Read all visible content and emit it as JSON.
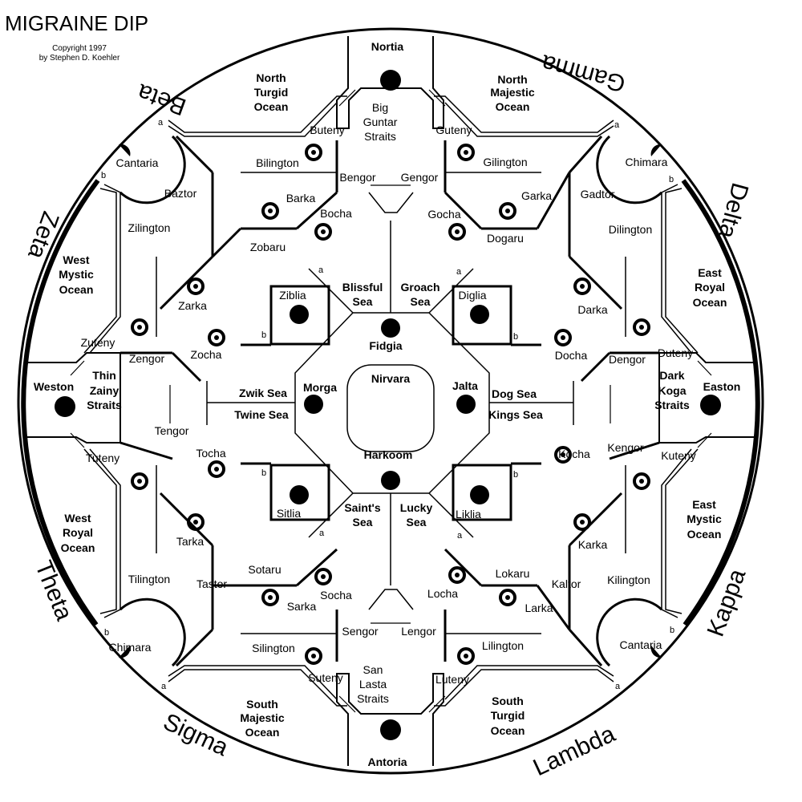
{
  "title": "MIGRAINE DIP",
  "copyright_line1": "Copyright 1997",
  "copyright_line2": "by Stephen D. Koehler",
  "powers": {
    "beta": "Beta",
    "gamma": "Gamma",
    "delta": "Delta",
    "kappa": "Kappa",
    "lambda": "Lambda",
    "sigma": "Sigma",
    "theta": "Theta",
    "zeta": "Zeta"
  },
  "home": {
    "nortia": "Nortia",
    "antoria": "Antoria",
    "weston": "Weston",
    "easton": "Easton",
    "cantaria_nw": "Cantaria",
    "chimara_ne": "Chimara",
    "chimara_sw": "Chimara",
    "cantaria_se": "Cantaria"
  },
  "oceans": {
    "north_turgid": [
      "North",
      "Turgid",
      "Ocean"
    ],
    "north_majestic": [
      "North",
      "Majestic",
      "Ocean"
    ],
    "west_mystic": [
      "West",
      "Mystic",
      "Ocean"
    ],
    "east_royal": [
      "East",
      "Royal",
      "Ocean"
    ],
    "west_royal": [
      "West",
      "Royal",
      "Ocean"
    ],
    "east_mystic": [
      "East",
      "Mystic",
      "Ocean"
    ],
    "south_majestic": [
      "South",
      "Majestic",
      "Ocean"
    ],
    "south_turgid": [
      "South",
      "Turgid",
      "Ocean"
    ]
  },
  "straits": {
    "big_guntar": [
      "Big",
      "Guntar",
      "Straits"
    ],
    "thin_zainy": [
      "Thin",
      "Zainy",
      "Straits"
    ],
    "dark_koga": [
      "Dark",
      "Koga",
      "Straits"
    ],
    "san_lasta": [
      "San",
      "Lasta",
      "Straits"
    ]
  },
  "seas": {
    "blissful": [
      "Blissful",
      "Sea"
    ],
    "groach": [
      "Groach",
      "Sea"
    ],
    "saints": [
      "Saint's",
      "Sea"
    ],
    "lucky": [
      "Lucky",
      "Sea"
    ],
    "zwik": "Zwik Sea",
    "twine": "Twine Sea",
    "dog": "Dog Sea",
    "kings": "Kings Sea"
  },
  "center": {
    "nirvara": "Nirvara",
    "fidgia": "Fidgia",
    "harkoom": "Harkoom",
    "morga": "Morga",
    "jalta": "Jalta"
  },
  "territories": {
    "buteny": "Buteny",
    "guteny": "Guteny",
    "zuteny": "Zuteny",
    "duteny": "Duteny",
    "tuteny": "Tuteny",
    "kuteny": "Kuteny",
    "suteny": "Suteny",
    "luteny": "Luteny",
    "bilington": "Bilington",
    "gilington": "Gilington",
    "bengor": "Bengor",
    "gengor": "Gengor",
    "baztor": "Baztor",
    "gadtor": "Gadtor",
    "barka": "Barka",
    "garka": "Garka",
    "bocha": "Bocha",
    "gocha": "Gocha",
    "zobaru": "Zobaru",
    "dogaru": "Dogaru",
    "zilington": "Zilington",
    "dilington": "Dilington",
    "ziblia": "Ziblia",
    "diglia": "Diglia",
    "zarka": "Zarka",
    "darka": "Darka",
    "zocha": "Zocha",
    "docha": "Docha",
    "zengor": "Zengor",
    "dengor": "Dengor",
    "tengor": "Tengor",
    "kengor": "Kengor",
    "tocha": "Tocha",
    "kocha": "Kocha",
    "sitlia": "Sitlia",
    "liklia": "Liklia",
    "tarka": "Tarka",
    "karka": "Karka",
    "tilington": "Tilington",
    "kilington": "Kilington",
    "tastor": "Tastor",
    "kaltor": "Kaltor",
    "sotaru": "Sotaru",
    "lokaru": "Lokaru",
    "sarka": "Sarka",
    "larka": "Larka",
    "socha": "Socha",
    "locha": "Locha",
    "sengor": "Sengor",
    "lengor": "Lengor",
    "silington": "Silington",
    "lilington": "Lilington"
  },
  "coast_marks": {
    "a": "a",
    "b": "b"
  }
}
